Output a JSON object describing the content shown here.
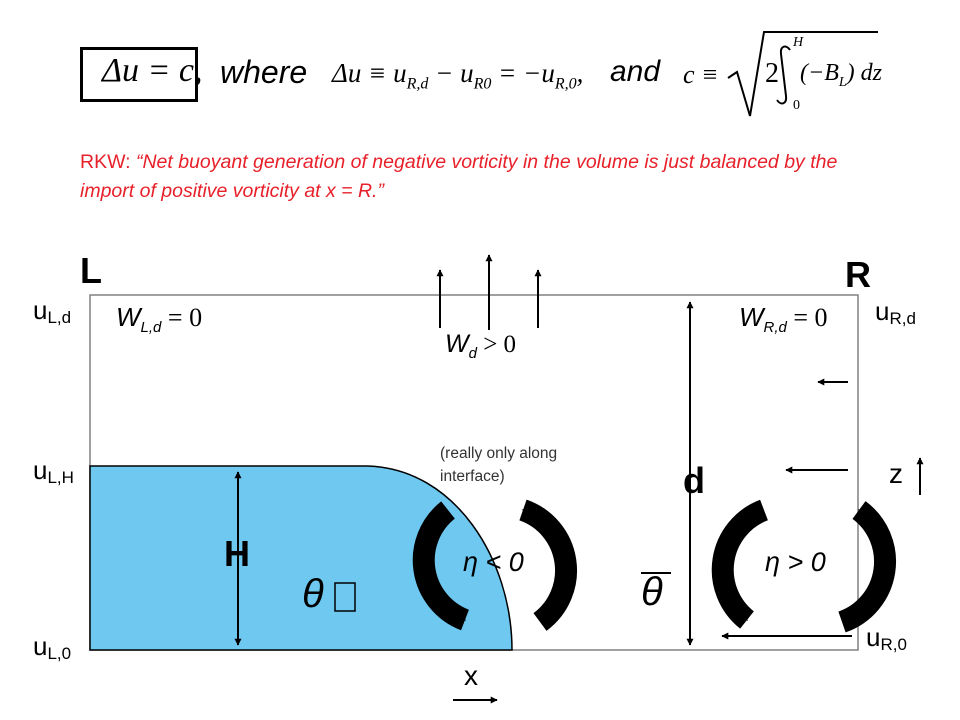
{
  "equation": {
    "boxed": "Δu = c,",
    "where_word": "where",
    "delta_def": "Δu ≡ u",
    "delta_sub1": "R,d",
    "delta_mid": " − u",
    "delta_sub2": "R0",
    "delta_end": " = −u",
    "delta_sub3": "R,0",
    "delta_comma": ",",
    "and_word": "and",
    "c_def": "c ≡",
    "sqrt_inner": "2",
    "integral_upper": "H",
    "integral_lower": "0",
    "integrand": "(−B",
    "integrand_sub": "L",
    "integrand_end": ") dz"
  },
  "rkw_quote": {
    "prefix": "RKW: ",
    "text": "“Net buoyant generation of negative vorticity in the volume is just balanced by the import of positive vorticity at x = R.”"
  },
  "diagram": {
    "left_label": "L",
    "right_label": "R",
    "u_L_d": "u",
    "u_L_d_sub": "L,d",
    "u_L_H": "u",
    "u_L_H_sub": "L,H",
    "u_L_0": "u",
    "u_L_0_sub": "L,0",
    "u_R_d": "u",
    "u_R_d_sub": "R,d",
    "u_R_0": "u",
    "u_R_0_sub": "R,0",
    "w_L_d": "W",
    "w_L_d_sub": "L,d",
    "w_L_d_val": " = 0",
    "w_R_d": "W",
    "w_R_d_sub": "R,d",
    "w_R_d_val": " = 0",
    "w_d": "W",
    "w_d_sub": "d",
    "w_d_val": " > 0",
    "interface_note": "(really only along interface)",
    "depth_label": "d",
    "cold_depth_label": "H",
    "eta_left": "η < 0",
    "eta_right": "η > 0",
    "theta_cold": "θ",
    "theta_env": "θ",
    "z_axis": "z",
    "x_axis": "x"
  },
  "colors": {
    "cold_pool": "#6ec8f0",
    "quote_red": "#e8202a",
    "ink": "#000000",
    "box_border": "#808080"
  }
}
